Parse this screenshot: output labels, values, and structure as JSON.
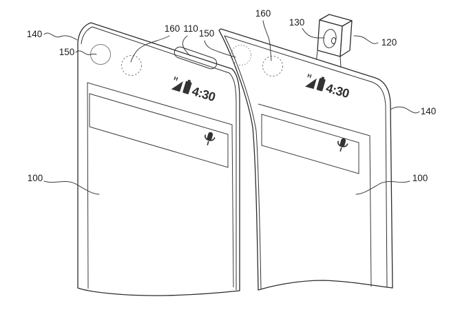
{
  "figure_type": "patent-style line drawing of two smartphones, one with pop-up camera raised",
  "phones": {
    "left": {
      "status": {
        "network": "H",
        "time": "4:30"
      }
    },
    "right": {
      "status": {
        "network": "H",
        "time": "4:30"
      }
    }
  },
  "labels": [
    {
      "ref": "140",
      "points_to": "left phone top-left housing edge"
    },
    {
      "ref": "150",
      "points_to": "left phone front camera circle"
    },
    {
      "ref": "160",
      "points_to": "left phone dashed circle (hidden camera region)"
    },
    {
      "ref": "110",
      "points_to": "left phone earpiece speaker slot"
    },
    {
      "ref": "150",
      "points_to": "right phone dotted camera circle"
    },
    {
      "ref": "160",
      "points_to": "right phone dashed circle (hidden camera region)"
    },
    {
      "ref": "130",
      "points_to": "pop-up module camera lens"
    },
    {
      "ref": "120",
      "points_to": "pop-up camera module"
    },
    {
      "ref": "140",
      "points_to": "right phone right housing edge"
    },
    {
      "ref": "100",
      "points_to": "left phone body"
    },
    {
      "ref": "100",
      "points_to": "right phone body"
    }
  ]
}
